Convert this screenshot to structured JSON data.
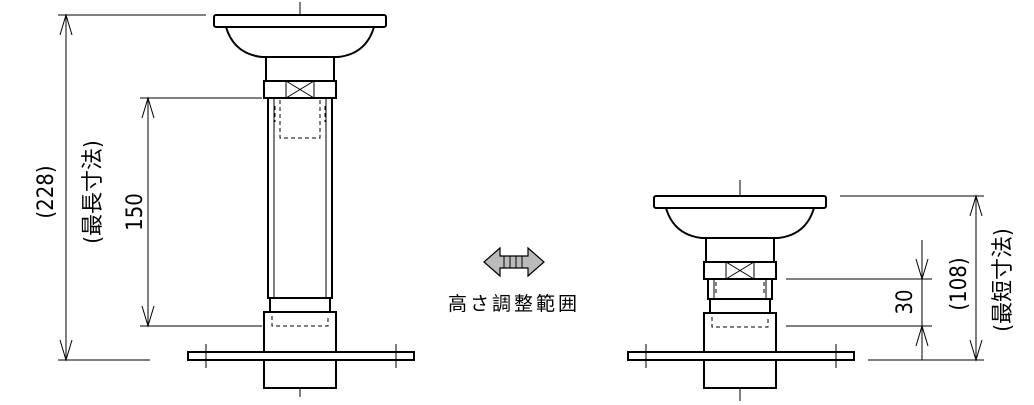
{
  "left": {
    "overall_value": "(228)",
    "overall_note": "(最長寸法)",
    "range_value": "150"
  },
  "right": {
    "overall_value": "(108)",
    "overall_note": "(最短寸法)",
    "range_value": "30"
  },
  "center": {
    "label": "高さ調整範囲"
  }
}
